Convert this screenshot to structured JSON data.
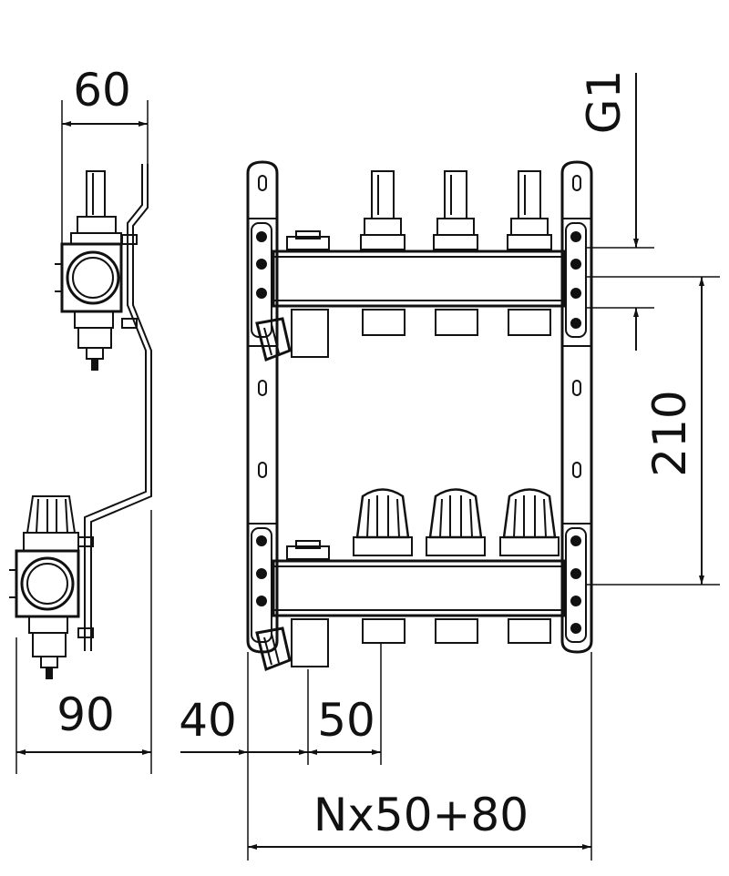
{
  "dimensions": {
    "side_depth_top": "60",
    "side_depth_bottom": "90",
    "thread": "G1",
    "axis_distance": "210",
    "edge_offset": "40",
    "outlet_pitch": "50",
    "total_length": "Nx50+80"
  },
  "colors": {
    "line": "#111111",
    "background": "#ffffff"
  }
}
